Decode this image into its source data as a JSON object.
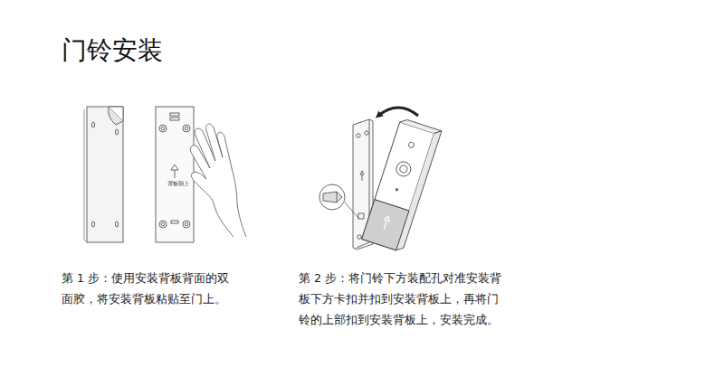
{
  "diagram": {
    "title": "门铃安装",
    "labels": [
      "背板朝上",
      "第 1 步：使用安装背板背面的双面胶，将安装背板粘贴至门上。",
      "第 2 步：将门铃下方装配孔对准安装背板下方卡扣并扣到安装背板上，再将门铃的上部扣到安装背板上，安装完成。"
    ]
  }
}
